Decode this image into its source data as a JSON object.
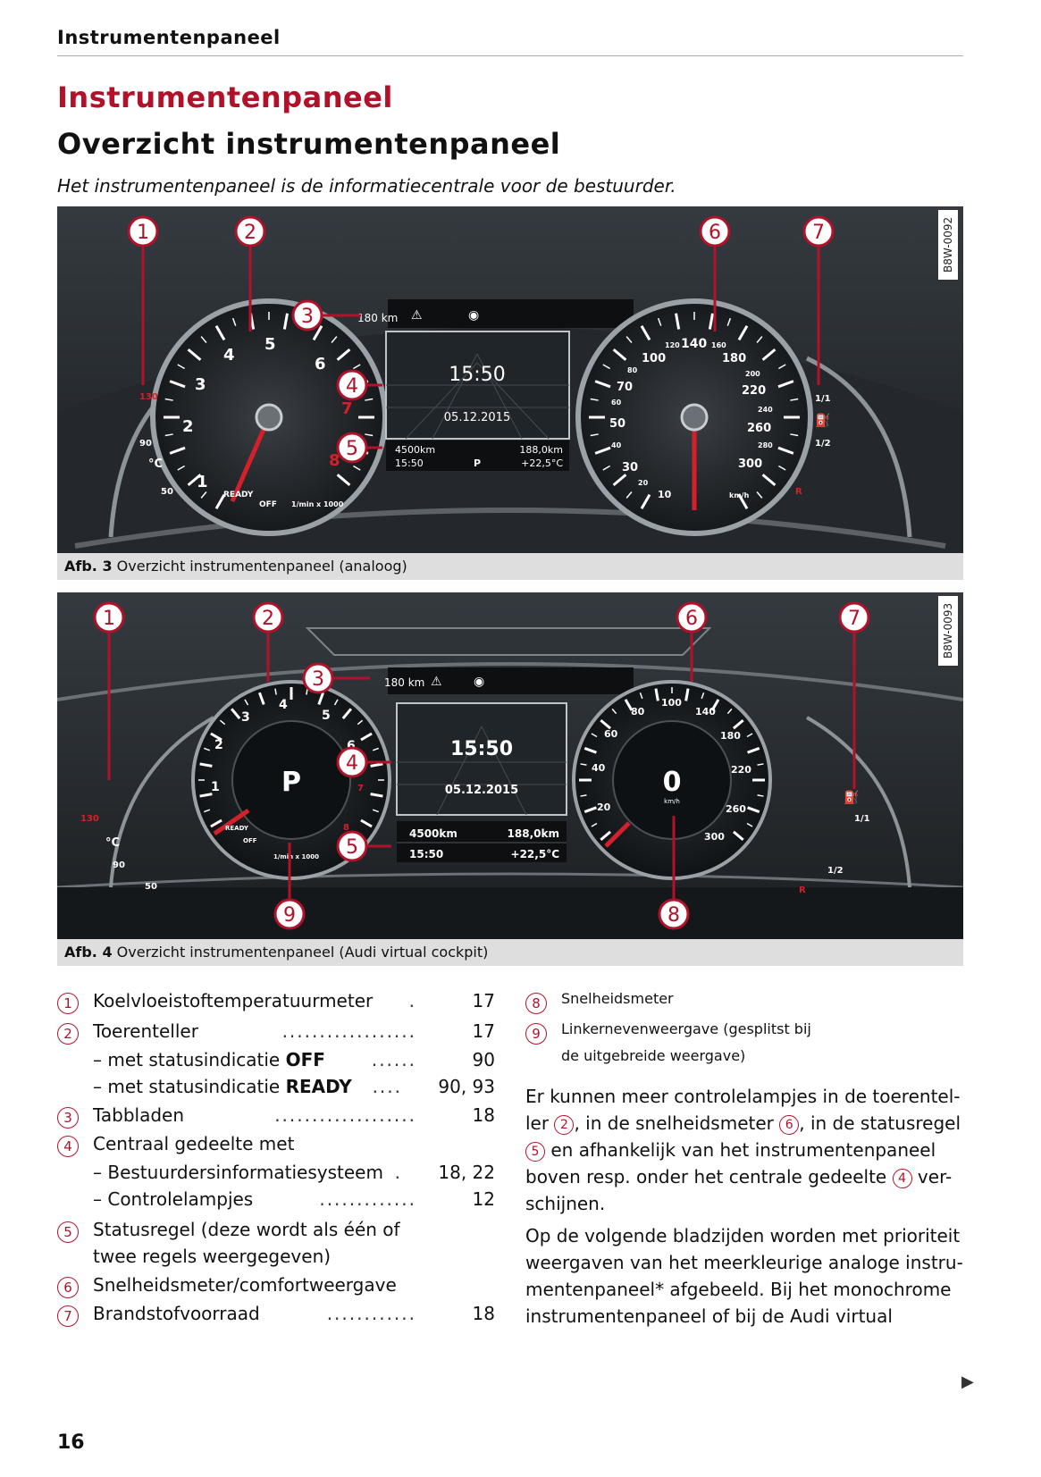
{
  "running_head": "Instrumentenpaneel",
  "title_red": "Instrumentenpaneel",
  "title_black": "Overzicht instrumentenpaneel",
  "intro": "Het instrumentenpaneel is de informatiecentrale voor de bestuurder.",
  "figures": [
    {
      "code": "B8W-0092",
      "caption_label": "Afb. 3",
      "caption_text": "Overzicht instrumentenpaneel (analoog)",
      "display": {
        "tab_range": "180 km",
        "time": "15:50",
        "date": "05.12.2015",
        "status_left_top": "4500km",
        "status_left_bottom": "15:50",
        "status_gear": "P",
        "status_right_top": "188,0km",
        "status_right_bottom": "+22,5°C"
      },
      "tacho_labels": [
        "1",
        "2",
        "3",
        "4",
        "5",
        "6",
        "7",
        "8"
      ],
      "tacho_text": [
        "READY",
        "OFF",
        "1/min x 1000"
      ],
      "temp_labels": [
        "130",
        "90",
        "50",
        "°C"
      ],
      "speed_labels": [
        "10",
        "20",
        "30",
        "40",
        "50",
        "60",
        "70",
        "80",
        "100",
        "120",
        "140",
        "160",
        "180",
        "200",
        "220",
        "240",
        "260",
        "280",
        "300"
      ],
      "speed_unit": "km/h",
      "fuel_labels": [
        "1/1",
        "1/2",
        "R"
      ],
      "callouts": [
        "1",
        "2",
        "3",
        "4",
        "5",
        "6",
        "7"
      ]
    },
    {
      "code": "B8W-0093",
      "caption_label": "Afb. 4",
      "caption_text": "Overzicht instrumentenpaneel (Audi virtual cockpit)",
      "display": {
        "tab_range": "180 km",
        "time": "15:50",
        "date": "05.12.2015",
        "status_left_top": "4500km",
        "status_left_bottom": "15:50",
        "status_right_top": "188,0km",
        "status_right_bottom": "+22,5°C"
      },
      "tacho_gear": "P",
      "tacho_labels": [
        "1",
        "2",
        "3",
        "4",
        "5",
        "6",
        "7",
        "8"
      ],
      "tacho_text": [
        "READY",
        "OFF",
        "1/min x 1000"
      ],
      "speed_value": "0",
      "speed_unit": "km/h",
      "speed_labels": [
        "20",
        "40",
        "60",
        "80",
        "100",
        "140",
        "180",
        "220",
        "260",
        "300"
      ],
      "temp_labels": [
        "130",
        "90",
        "50",
        "°C"
      ],
      "fuel_labels": [
        "1/1",
        "1/2",
        "R"
      ],
      "callouts": [
        "1",
        "2",
        "3",
        "4",
        "5",
        "6",
        "7",
        "8",
        "9"
      ]
    }
  ],
  "legend": [
    {
      "num": "1",
      "text": "Koelvloeistoftemperatuurmeter",
      "dots": ".",
      "page": "17"
    },
    {
      "num": "2",
      "text": "Toerenteller",
      "dots": "..................",
      "page": "17"
    },
    {
      "num": "",
      "sub_prefix": "– met statusindicatie ",
      "sub_bold": "OFF",
      "dots": "......",
      "page": "90"
    },
    {
      "num": "",
      "sub_prefix": "– met statusindicatie ",
      "sub_bold": "READY",
      "dots": "....",
      "page": "90, 93"
    },
    {
      "num": "3",
      "text": "Tabbladen",
      "dots": "...................",
      "page": "18"
    },
    {
      "num": "4",
      "text": "Centraal gedeelte met",
      "dots": "",
      "page": ""
    },
    {
      "num": "",
      "sub_prefix": "– Bestuurdersinformatiesysteem",
      "sub_bold": "",
      "dots": ".",
      "page": "18, 22"
    },
    {
      "num": "",
      "sub_prefix": "– Controlelampjes",
      "sub_bold": "",
      "dots": ".............",
      "page": "12"
    },
    {
      "num": "5",
      "text": "Statusregel (deze wordt als één of",
      "dots": "",
      "page": ""
    },
    {
      "num": "",
      "sub_prefix": "twee regels weergegeven)",
      "sub_bold": "",
      "dots": "",
      "page": "",
      "plain": true
    },
    {
      "num": "6",
      "text": "Snelheidsmeter/comfortweergave",
      "dots": "",
      "page": ""
    },
    {
      "num": "7",
      "text": "Brandstofvoorraad",
      "dots": "............",
      "page": "18"
    }
  ],
  "legend_right": [
    {
      "num": "8",
      "text": "Snelheidsmeter"
    },
    {
      "num": "9",
      "text": "Linkernevenweergave (gesplitst bij"
    },
    {
      "num": "",
      "text": "de uitgebreide weergave)"
    }
  ],
  "para1": {
    "s1": "Er kunnen meer controlelampjes in de toerentel-",
    "s2a": "ler ",
    "r2": "2",
    "s2b": ", in de snelheidsmeter ",
    "r6": "6",
    "s2c": ", in de statusregel",
    "r5": "5",
    "s3": " en afhankelijk van het instrumentenpaneel",
    "s4a": "boven resp. onder het centrale gedeelte ",
    "r4": "4",
    "s4b": " ver-",
    "s5": "schijnen."
  },
  "para2": [
    "Op de volgende bladzijden worden met prioriteit",
    "weergaven van het meerkleurige analoge instru-",
    "mentenpaneel* afgebeeld. Bij het monochrome",
    "instrumentenpaneel of bij de Audi virtual"
  ],
  "continue_arrow": "▶",
  "page_number": "16",
  "colors": {
    "accent": "#b1122a",
    "caption_bg": "#dedede",
    "panel": "#1a1d20"
  }
}
